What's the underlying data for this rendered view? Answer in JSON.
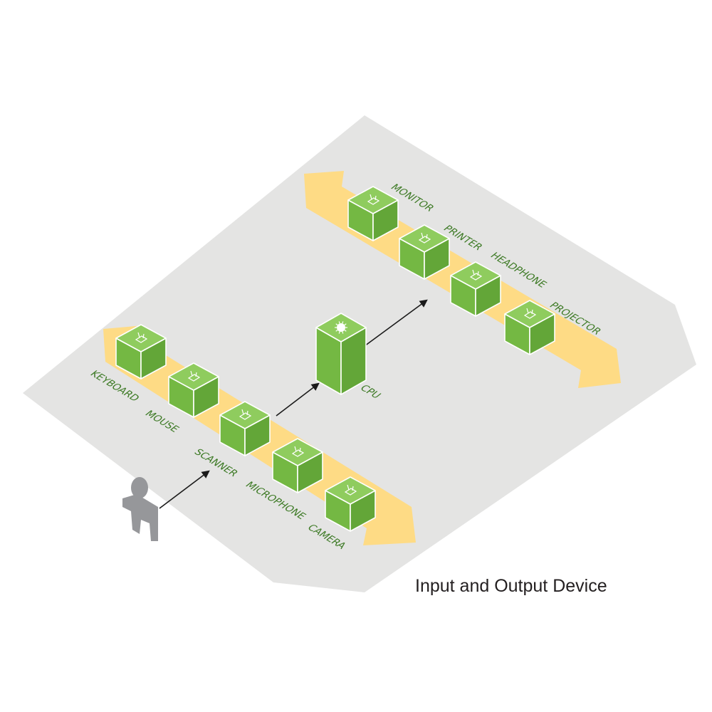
{
  "caption": "Input and Output Device",
  "input_devices": [
    {
      "label": "KEYBOARD",
      "icon": "keyboard-icon"
    },
    {
      "label": "MOUSE",
      "icon": "mouse-icon"
    },
    {
      "label": "SCANNER",
      "icon": "scanner-icon"
    },
    {
      "label": "MICROPHONE",
      "icon": "microphone-icon"
    },
    {
      "label": "CAMERA",
      "icon": "camera-icon"
    }
  ],
  "output_devices": [
    {
      "label": "MONITOR",
      "icon": "monitor-icon"
    },
    {
      "label": "PRINTER",
      "icon": "printer-icon"
    },
    {
      "label": "HEADPHONE",
      "icon": "headphone-icon"
    },
    {
      "label": "PROJECTOR",
      "icon": "projector-icon"
    }
  ],
  "cpu": {
    "label": "CPU",
    "icon": "cpu-icon"
  },
  "user": {
    "icon": "person-icon"
  },
  "colors": {
    "floor": "#e4e4e3",
    "band": "#fedb85",
    "cube_top": "#8fcc5e",
    "cube_left": "#74b843",
    "cube_right": "#63a638",
    "cube_edge": "#ffffff",
    "label": "#3d7a25",
    "arrow": "#1a1a1a",
    "person": "#96979a",
    "caption": "#231f20"
  }
}
